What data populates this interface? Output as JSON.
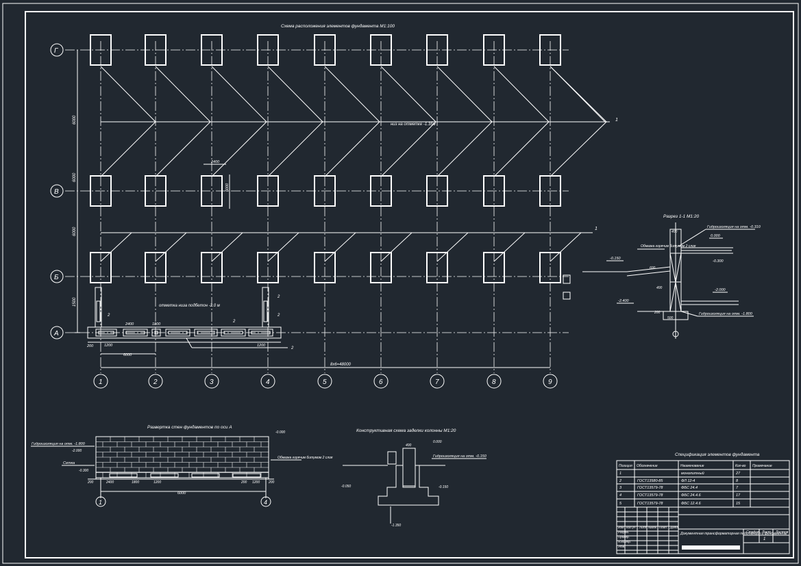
{
  "colors": {
    "background": "#212830",
    "lines": "#ffffff"
  },
  "plan": {
    "title": "Схема расположения элементов фундамента М1:100",
    "axes_rows": [
      "Г",
      "В",
      "Б",
      "А"
    ],
    "axes_cols": [
      "1",
      "2",
      "3",
      "4",
      "5",
      "6",
      "7",
      "8",
      "9"
    ],
    "note_upper": "низ на отметке -1.35м",
    "note_lower": "отметка низа подбетон -2.0 м",
    "overall_dim": "8х6=48000",
    "dim_labels": [
      "6000",
      "6000",
      "6000",
      "1500",
      "1200",
      "2400",
      "1800",
      "1200",
      "200",
      "6000",
      "2400",
      "6000"
    ],
    "marks": [
      "1",
      "1",
      "2",
      "2",
      "2",
      "2",
      "2"
    ]
  },
  "section_11": {
    "title": "Разрез 1-1 М1:20",
    "notes": [
      "Гидроизоляция на отм. -0.310",
      "Обмазка горячим битумом 2 слоя",
      "Гидроизоляция на отм. -1.800"
    ],
    "levels": [
      "0.000",
      "-0.300",
      "-0.150",
      "-2.000",
      "-2.400"
    ],
    "dims": [
      "400",
      "600",
      "400",
      "500",
      "200"
    ]
  },
  "wall_section": {
    "title": "Развертка стен фундаментов по оси А",
    "notes": [
      "Гидроизоляция на отм. -1.800",
      "Обмазка горячим битумом 2 слоя",
      "Сетка"
    ],
    "levels": [
      "-0.000",
      "-2.000",
      "-0.300"
    ],
    "dims": [
      "200",
      "2400",
      "1800",
      "1200",
      "200",
      "1200",
      "200",
      "6000"
    ],
    "axes": [
      "1",
      "4"
    ]
  },
  "column_detail": {
    "title": "Конструктивная схема заделки колонны М1:20",
    "note": "Гидроизоляция на отм. -0.150",
    "levels": [
      "0.000",
      "-0.050",
      "-0.150",
      "-1.350"
    ],
    "dims": [
      "400"
    ]
  },
  "spec": {
    "title": "Спецификация элементов фундамента",
    "headers": [
      "Позиция",
      "Обозначение",
      "Наименование",
      "Кол-во",
      "Примечание"
    ],
    "rows": [
      [
        "1",
        "",
        "монолитный",
        "27",
        ""
      ],
      [
        "2",
        "ГОСТ13580-85",
        "ФЛ 12-4",
        "8",
        ""
      ],
      [
        "3",
        "ГОСТ13579-78",
        "ФБС 24.4",
        "7",
        ""
      ],
      [
        "4",
        "ГОСТ13579-78",
        "ФБС 24.4.6",
        "17",
        ""
      ],
      [
        "5",
        "ГОСТ13579-78",
        "ФБС 12.4.6",
        "15",
        ""
      ]
    ]
  },
  "stamp": {
    "doc_title": "Документная трансформаторная подстанция и фундаменты",
    "labels": [
      "Изм",
      "Кол.уч",
      "Лист",
      "№док",
      "Подп.",
      "Дата",
      "Разраб.",
      "Провер.",
      "Н.контр.",
      "Утв."
    ],
    "cols": [
      "Стадия",
      "Лист",
      "Листов"
    ],
    "sheet": "1"
  }
}
